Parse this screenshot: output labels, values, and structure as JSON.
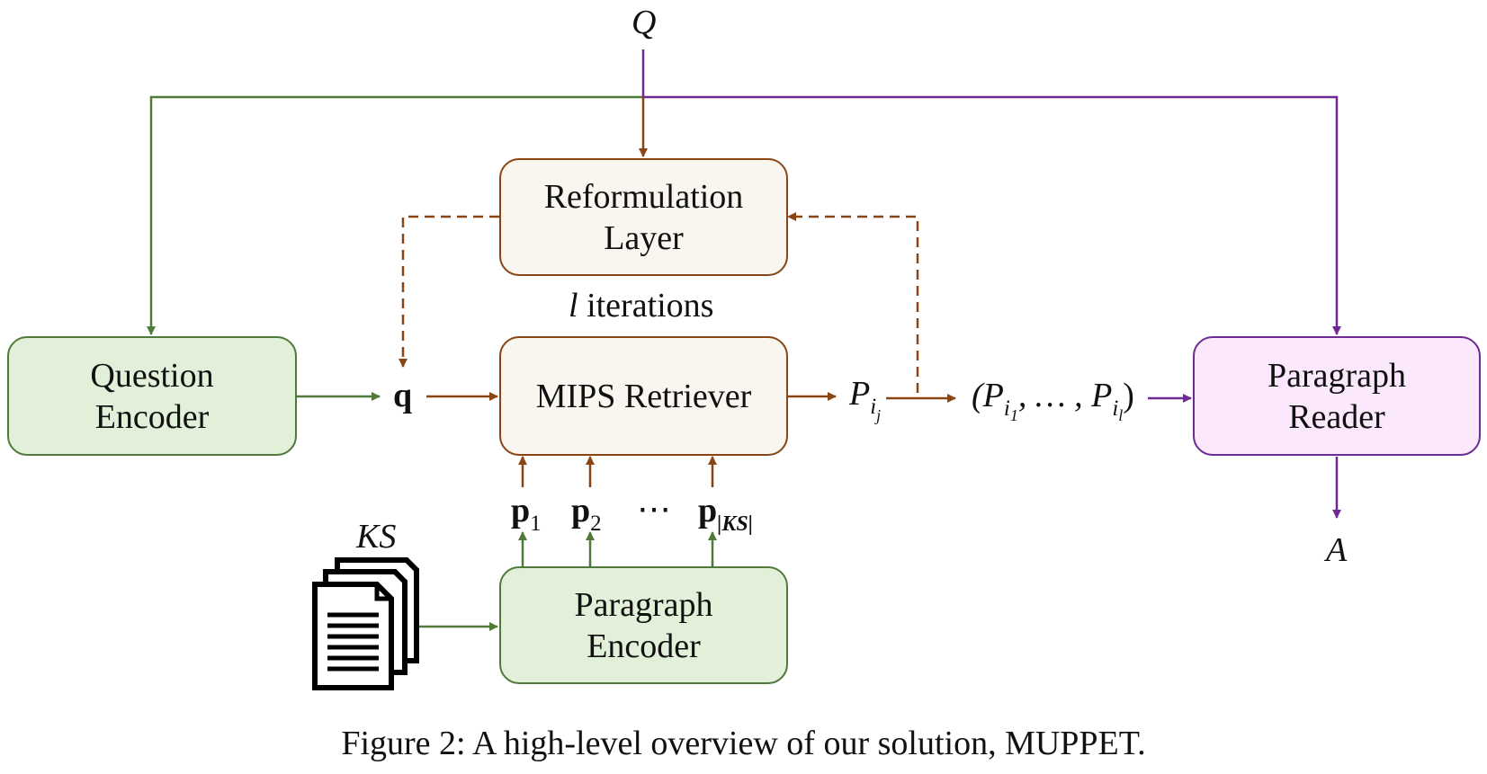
{
  "nodes": {
    "reformulation_line1": "Reformulation",
    "reformulation_line2": "Layer",
    "question_encoder_line1": "Question",
    "question_encoder_line2": "Encoder",
    "mips_retriever": "MIPS Retriever",
    "paragraph_reader_line1": "Paragraph",
    "paragraph_reader_line2": "Reader",
    "paragraph_encoder_line1": "Paragraph",
    "paragraph_encoder_line2": "Encoder"
  },
  "labels": {
    "Q": "Q",
    "A": "A",
    "KS": "KS",
    "q": "q",
    "iterations_var": "l",
    "iterations_text": " iterations",
    "p1": "p",
    "p1_sub": "1",
    "p2": "p",
    "p2_sub": "2",
    "pdots": "⋯",
    "pks": "p",
    "pks_sub": "|KS|",
    "pij": "P",
    "pij_sub": "i",
    "pij_subsub": "j",
    "seq_open": "(P",
    "seq_sub1": "i",
    "seq_subsub1": "1",
    "seq_mid": ", … , P",
    "seq_sub2": "i",
    "seq_subsub2": "l",
    "seq_close": ")"
  },
  "caption": "Figure 2: A high-level overview of our solution, MUPPET.",
  "colors": {
    "brown": "#8a4514",
    "green": "#4f7a3a",
    "purple": "#6d2a93"
  }
}
